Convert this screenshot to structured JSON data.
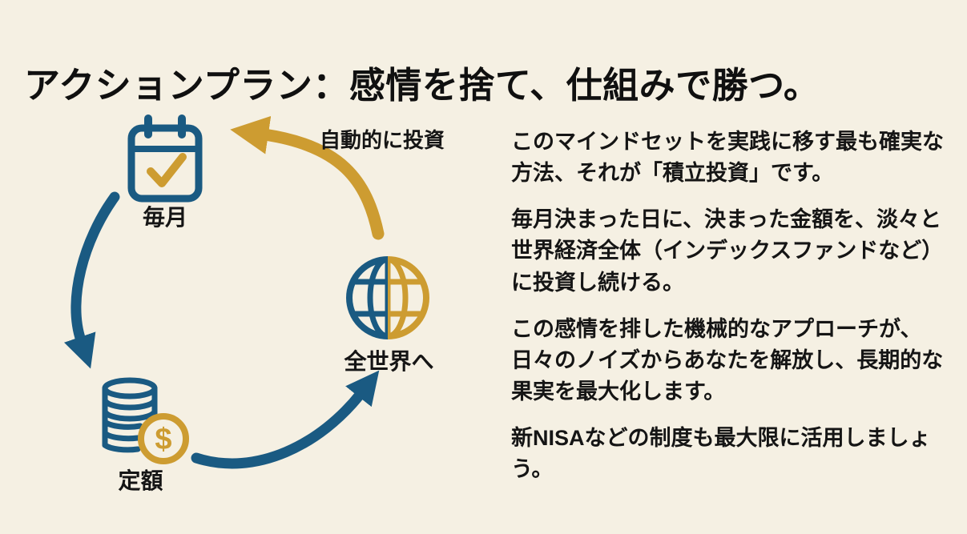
{
  "slide": {
    "title": "アクションプラン：感情を捨て、仕組みで勝つ。",
    "colors": {
      "background": "#f5f0e3",
      "blue": "#1a5a82",
      "gold": "#cd9c31",
      "text": "#151515"
    }
  },
  "diagram": {
    "nodes": [
      {
        "id": "monthly",
        "label": "毎月",
        "icon": "calendar-check-icon"
      },
      {
        "id": "world",
        "label": "全世界へ",
        "icon": "globe-icon"
      },
      {
        "id": "fixed-amount",
        "label": "定額",
        "icon": "coins-dollar-icon"
      }
    ],
    "arrow_label": "自動的に投資",
    "coin_symbol": "$"
  },
  "main": {
    "paragraphs": [
      "このマインドセットを実践に移す最も確実な方法、それが「積立投資」です。",
      "毎月決まった日に、決まった金額を、淡々と世界経済全体（インデックスファンドなど）に投資し続ける。",
      "この感情を排した機械的なアプローチが、日々のノイズからあなたを解放し、長期的な果実を最大化します。",
      "新NISAなどの制度も最大限に活用しましょう。"
    ]
  }
}
